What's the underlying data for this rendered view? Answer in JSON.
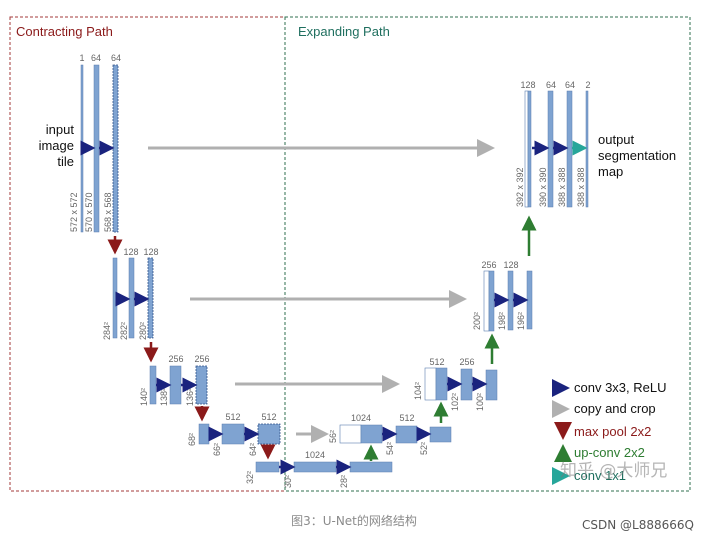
{
  "sections": {
    "contracting": "Contracting Path",
    "expanding": "Expanding Path"
  },
  "input_label": [
    "input",
    "image",
    "tile"
  ],
  "output_label": [
    "output",
    "segmentation",
    "map"
  ],
  "channels": {
    "l1_enc": [
      "1",
      "64",
      "64"
    ],
    "l2_enc": [
      "128",
      "128"
    ],
    "l3_enc": [
      "256",
      "256"
    ],
    "l4_enc": [
      "512",
      "512"
    ],
    "l5": [
      "1024"
    ],
    "l4_dec": [
      "1024",
      "512"
    ],
    "l3_dec": [
      "512",
      "256"
    ],
    "l2_dec": [
      "256",
      "128"
    ],
    "l1_dec": [
      "128",
      "64",
      "64",
      "2"
    ]
  },
  "sizes": {
    "l1_enc": [
      "572 x 572",
      "570 x 570",
      "568 x 568"
    ],
    "l2_enc": [
      "284²",
      "282²",
      "280²"
    ],
    "l3_enc": [
      "140²",
      "138²",
      "136²"
    ],
    "l4_enc": [
      "68²",
      "66²",
      "64²"
    ],
    "l5": [
      "32²",
      "30²",
      "28²"
    ],
    "l4_dec": [
      "56²",
      "54²",
      "52²"
    ],
    "l3_dec": [
      "104²",
      "102²",
      "100²"
    ],
    "l2_dec": [
      "200²",
      "198²",
      "196²"
    ],
    "l1_dec": [
      "392 x 392",
      "390 x 390",
      "388 x 388",
      "388 x 388"
    ]
  },
  "legend": [
    {
      "label": "conv 3x3, ReLU",
      "color": "#1a237e",
      "kind": "conv"
    },
    {
      "label": "copy and crop",
      "color": "#b0b0b0",
      "kind": "copy"
    },
    {
      "label": "max pool 2x2",
      "color": "#8b1a1a",
      "kind": "pool"
    },
    {
      "label": "up-conv 2x2",
      "color": "#2e7d32",
      "kind": "up"
    },
    {
      "label": "conv 1x1",
      "color": "#26a69a",
      "kind": "conv1"
    }
  ],
  "colors": {
    "block": "#7fa3d1",
    "block_stroke": "#5b7fb0",
    "contracting_border": "#a33a3a",
    "expanding_border": "#2f6f4f",
    "contracting_title": "#8b1a1a",
    "expanding_title": "#1f6f5f"
  },
  "watermark": "知乎 @大师兄",
  "caption": "图3：U-Net的网络结构",
  "credit": "CSDN @L888666Q"
}
